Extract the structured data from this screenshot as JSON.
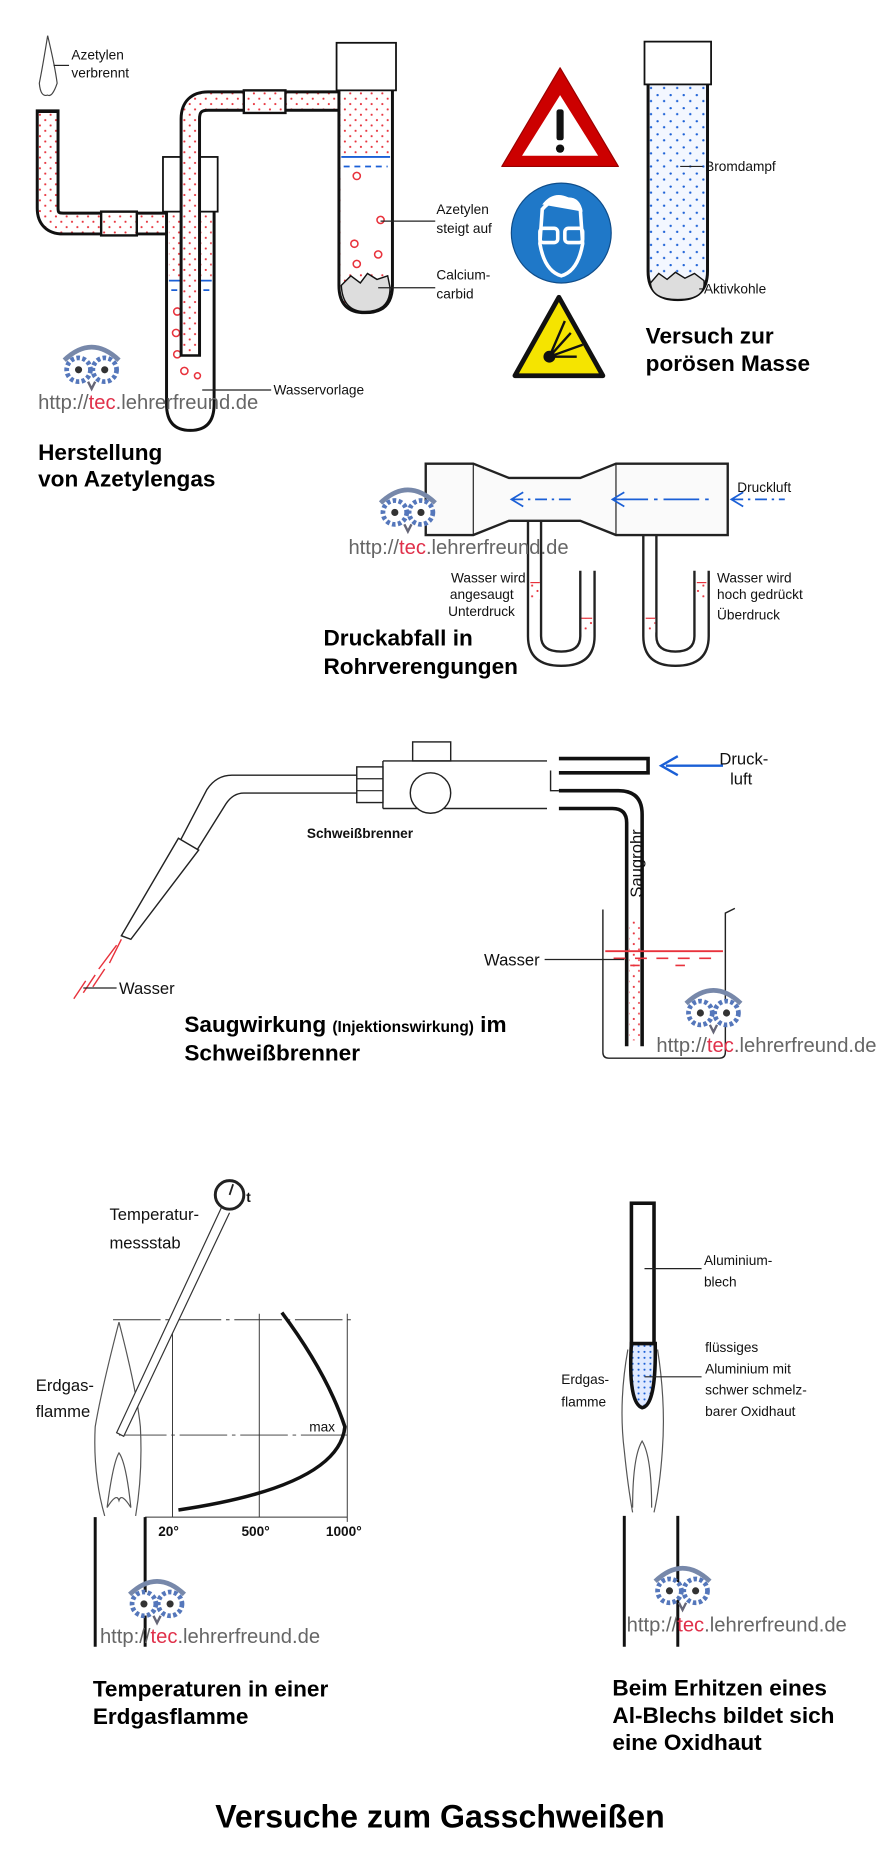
{
  "page_title": "Versuche zum Gasschweißen",
  "colors": {
    "gas_dots": "#e8323c",
    "water_line": "#1a5fd6",
    "warning_red": "#cc0000",
    "mandatory_blue": "#1f78c8",
    "hazard_yellow": "#f5e400",
    "watermark_red": "#e0304a"
  },
  "watermark": {
    "prefix": "http://",
    "accent": "tec",
    "suffix": ".lehrerfreund.de",
    "icon": "owl-gears-logo"
  },
  "azetylen": {
    "flame_label": [
      "Azetylen",
      "verbrennt"
    ],
    "rising_label": [
      "Azetylen",
      "steigt auf"
    ],
    "carbide_label": [
      "Calcium-",
      "carbid"
    ],
    "water_label": "Wasservorlage",
    "title": [
      "Herstellung",
      "von Azetylengas"
    ]
  },
  "safety_signs": [
    {
      "icon": "warning-triangle-icon"
    },
    {
      "icon": "eye-protection-icon"
    },
    {
      "icon": "explosive-hazard-icon"
    }
  ],
  "porous_mass": {
    "vapor_label": "Bromdampf",
    "charcoal_label": "Aktivkohle",
    "title": [
      "Versuch zur",
      "porösen Masse"
    ]
  },
  "pressure_drop": {
    "air_label": "Druckluft",
    "left_label": [
      "Wasser wird",
      "angesaugt",
      "Unterdruck"
    ],
    "right_label": [
      "Wasser wird",
      "hoch gedrückt",
      "Überdruck"
    ],
    "title": [
      "Druckabfall in",
      "Rohrverengungen"
    ]
  },
  "torch": {
    "air_label": [
      "Druck-",
      "luft"
    ],
    "torch_label": "Schweißbrenner",
    "tube_label": "Saugrohr",
    "beaker_water_label": "Wasser",
    "spray_water_label": "Wasser",
    "title_line1_a": "Saugwirkung ",
    "title_line1_b": "(Injektionswirkung)",
    "title_line1_c": " im",
    "title_line2": "Schweißbrenner"
  },
  "flame_temp": {
    "gauge_label": "t",
    "rod_label": [
      "Temperatur-",
      "messstab"
    ],
    "flame_label": [
      "Erdgas-",
      "flamme"
    ],
    "max_label": "max",
    "ticks": [
      "20°",
      "500°",
      "1000°"
    ],
    "title": [
      "Temperaturen in einer",
      "Erdgasflamme"
    ]
  },
  "oxide": {
    "sheet_label": [
      "Aluminium-",
      "blech"
    ],
    "liquid_label": [
      "flüssiges",
      "Aluminium mit",
      "schwer schmelz-",
      "barer Oxidhaut"
    ],
    "flame_label": [
      "Erdgas-",
      "flamme"
    ],
    "title": [
      "Beim Erhitzen eines",
      "Al-Blechs bildet sich",
      "eine Oxidhaut"
    ]
  }
}
